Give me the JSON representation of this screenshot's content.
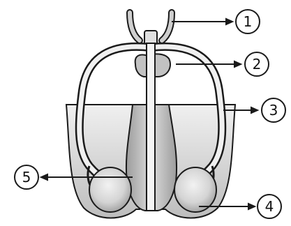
{
  "callouts": [
    {
      "label": "1"
    },
    {
      "label": "2"
    },
    {
      "label": "3"
    },
    {
      "label": "4"
    },
    {
      "label": "5"
    }
  ],
  "colors": {
    "ink": "#1a1a1a",
    "tissue_light": "#e8e8e8",
    "tissue_mid": "#c9c9c9",
    "tissue_dark": "#8f8f8f"
  }
}
